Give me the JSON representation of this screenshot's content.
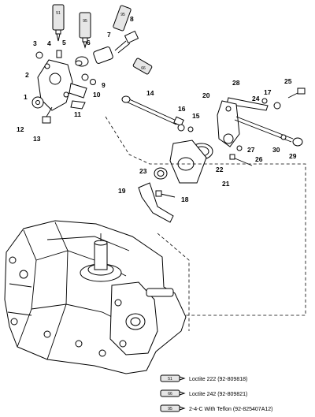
{
  "callouts": [
    "1",
    "2",
    "3",
    "4",
    "5",
    "6",
    "7",
    "8",
    "9",
    "10",
    "11",
    "12",
    "13",
    "14",
    "15",
    "16",
    "17",
    "18",
    "19",
    "20",
    "21",
    "22",
    "23",
    "24",
    "25",
    "26",
    "27",
    "28",
    "29",
    "30"
  ],
  "tubes": {
    "t51_top": "51",
    "t95_top": "95",
    "t95_mid": "95",
    "t66_mid": "66"
  },
  "legend": [
    {
      "code": "51",
      "text": "Loctite 222 (92-809818)"
    },
    {
      "code": "66",
      "text": "Loctite 242  (92-809821)"
    },
    {
      "code": "95",
      "text": "2-4-C  With Teflon (92-825407A12)"
    }
  ]
}
